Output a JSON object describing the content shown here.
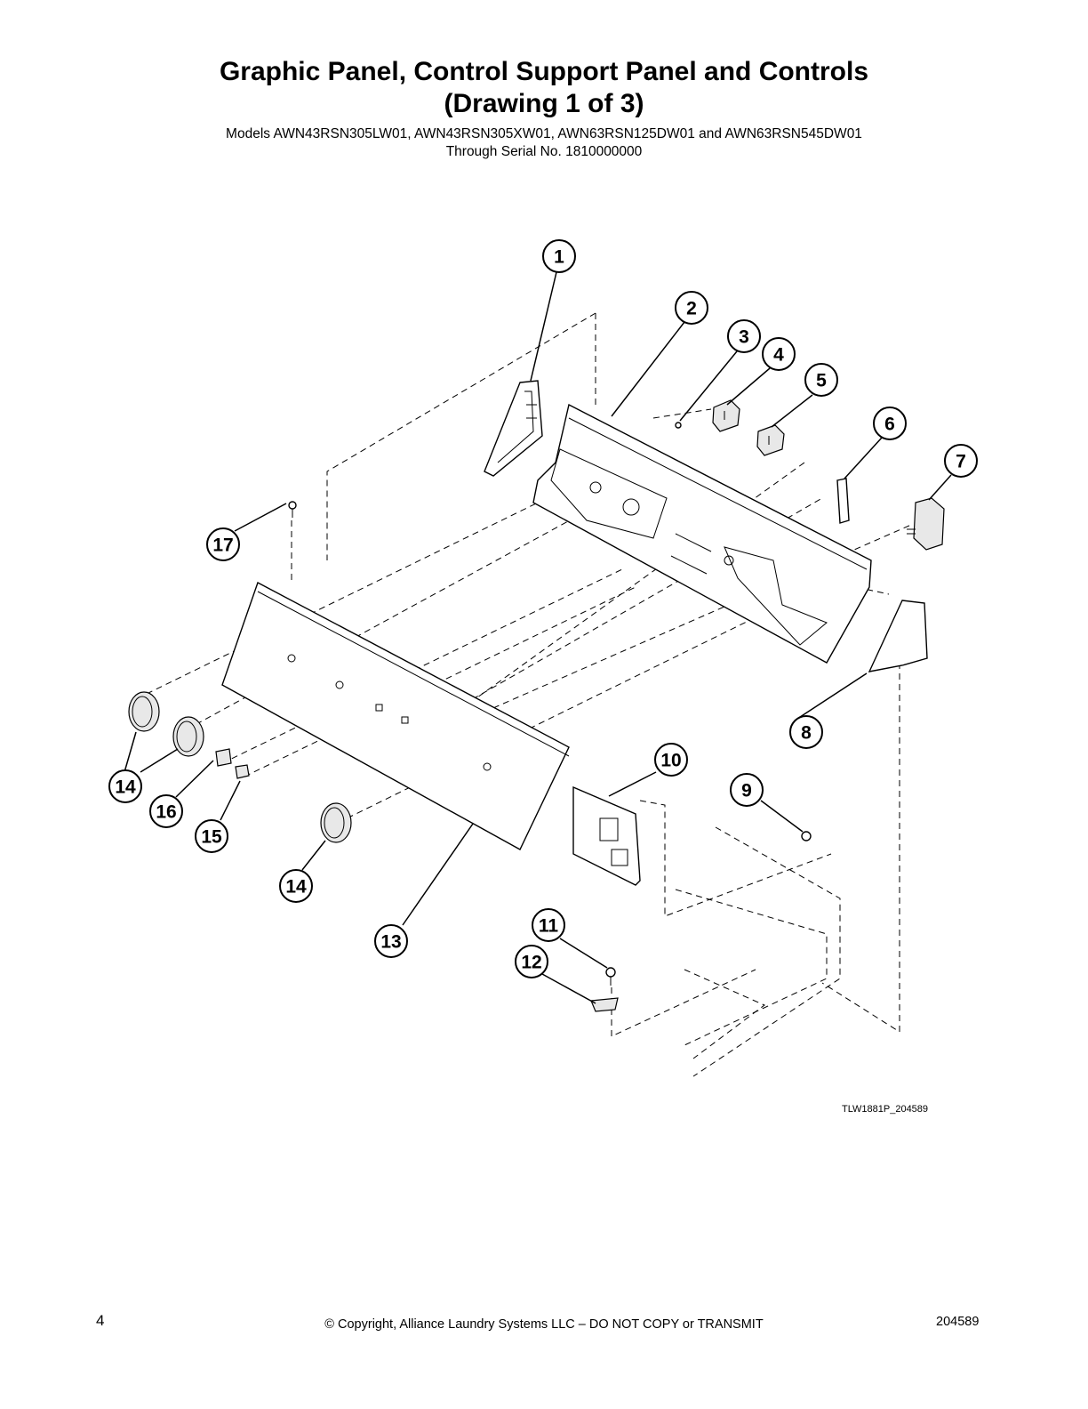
{
  "header": {
    "title_line1": "Graphic Panel, Control Support Panel and Controls",
    "title_line2": "(Drawing 1 of 3)",
    "models_line": "Models AWN43RSN305LW01, AWN43RSN305XW01, AWN63RSN125DW01 and AWN63RSN545DW01",
    "serial_line": "Through Serial No. 1810000000"
  },
  "diagram": {
    "figure_code": "TLW1881P_204589",
    "callouts": [
      {
        "label": "1"
      },
      {
        "label": "2"
      },
      {
        "label": "3"
      },
      {
        "label": "4"
      },
      {
        "label": "5"
      },
      {
        "label": "6"
      },
      {
        "label": "7"
      },
      {
        "label": "8"
      },
      {
        "label": "9"
      },
      {
        "label": "10"
      },
      {
        "label": "11"
      },
      {
        "label": "12"
      },
      {
        "label": "13"
      },
      {
        "label": "14"
      },
      {
        "label": "14"
      },
      {
        "label": "15"
      },
      {
        "label": "16"
      },
      {
        "label": "17"
      }
    ]
  },
  "footer": {
    "page_number": "4",
    "copyright": "© Copyright, Alliance Laundry Systems LLC – DO NOT COPY or TRANSMIT",
    "doc_number": "204589"
  }
}
